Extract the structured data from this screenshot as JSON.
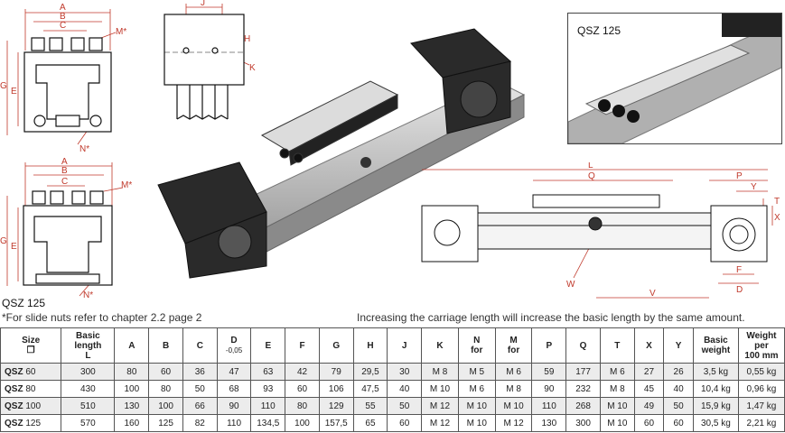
{
  "views": {
    "top_profile": {
      "dims": [
        "A",
        "B",
        "C",
        "M*",
        "G",
        "E",
        "N*"
      ]
    },
    "bottom_profile": {
      "dims": [
        "A",
        "B",
        "C",
        "M*",
        "G",
        "E",
        "N*"
      ],
      "label": "QSZ 125"
    },
    "slide_view": {
      "dims": [
        "J",
        "H",
        "K"
      ]
    },
    "side_view": {
      "dims": [
        "L",
        "Q",
        "P",
        "Y",
        "T",
        "X",
        "F",
        "D",
        "V",
        "W"
      ]
    },
    "inset": {
      "label": "QSZ 125"
    }
  },
  "notes": {
    "slide_nuts": "*For slide nuts refer to chapter 2.2 page 2",
    "carriage": "Increasing the carriage length will increase the basic length by the same amount."
  },
  "table": {
    "headers": [
      {
        "line1": "Size",
        "line2": "❒"
      },
      {
        "line1": "Basic",
        "line2": "length",
        "line3": "L"
      },
      {
        "line1": "A"
      },
      {
        "line1": "B"
      },
      {
        "line1": "C"
      },
      {
        "line1": "D",
        "line2": "-0,05"
      },
      {
        "line1": "E"
      },
      {
        "line1": "F"
      },
      {
        "line1": "G"
      },
      {
        "line1": "H"
      },
      {
        "line1": "J"
      },
      {
        "line1": "K"
      },
      {
        "line1": "N",
        "line2": "for"
      },
      {
        "line1": "M",
        "line2": "for"
      },
      {
        "line1": "P"
      },
      {
        "line1": "Q"
      },
      {
        "line1": "T"
      },
      {
        "line1": "X"
      },
      {
        "line1": "Y"
      },
      {
        "line1": "Basic",
        "line2": "weight"
      },
      {
        "line1": "Weight",
        "line2": "per",
        "line3": "100 mm"
      }
    ],
    "rows": [
      {
        "size_bold": "QSZ",
        "size_num": "60",
        "cells": [
          "300",
          "80",
          "60",
          "36",
          "47",
          "63",
          "42",
          "79",
          "29,5",
          "30",
          "M 8",
          "M 5",
          "M  6",
          "59",
          "177",
          "M 6",
          "27",
          "26",
          "3,5 kg",
          "0,55 kg"
        ]
      },
      {
        "size_bold": "QSZ",
        "size_num": "80",
        "cells": [
          "430",
          "100",
          "80",
          "50",
          "68",
          "93",
          "60",
          "106",
          "47,5",
          "40",
          "M 10",
          "M 6",
          "M  8",
          "90",
          "232",
          "M 8",
          "45",
          "40",
          "10,4 kg",
          "0,96 kg"
        ]
      },
      {
        "size_bold": "QSZ",
        "size_num": "100",
        "cells": [
          "510",
          "130",
          "100",
          "66",
          "90",
          "110",
          "80",
          "129",
          "55",
          "50",
          "M 12",
          "M 10",
          "M 10",
          "110",
          "268",
          "M 10",
          "49",
          "50",
          "15,9 kg",
          "1,47 kg"
        ]
      },
      {
        "size_bold": "QSZ",
        "size_num": "125",
        "cells": [
          "570",
          "160",
          "125",
          "82",
          "110",
          "134,5",
          "100",
          "157,5",
          "65",
          "60",
          "M 12",
          "M 10",
          "M 12",
          "130",
          "300",
          "M 10",
          "60",
          "60",
          "30,5 kg",
          "2,21 kg"
        ]
      }
    ]
  }
}
